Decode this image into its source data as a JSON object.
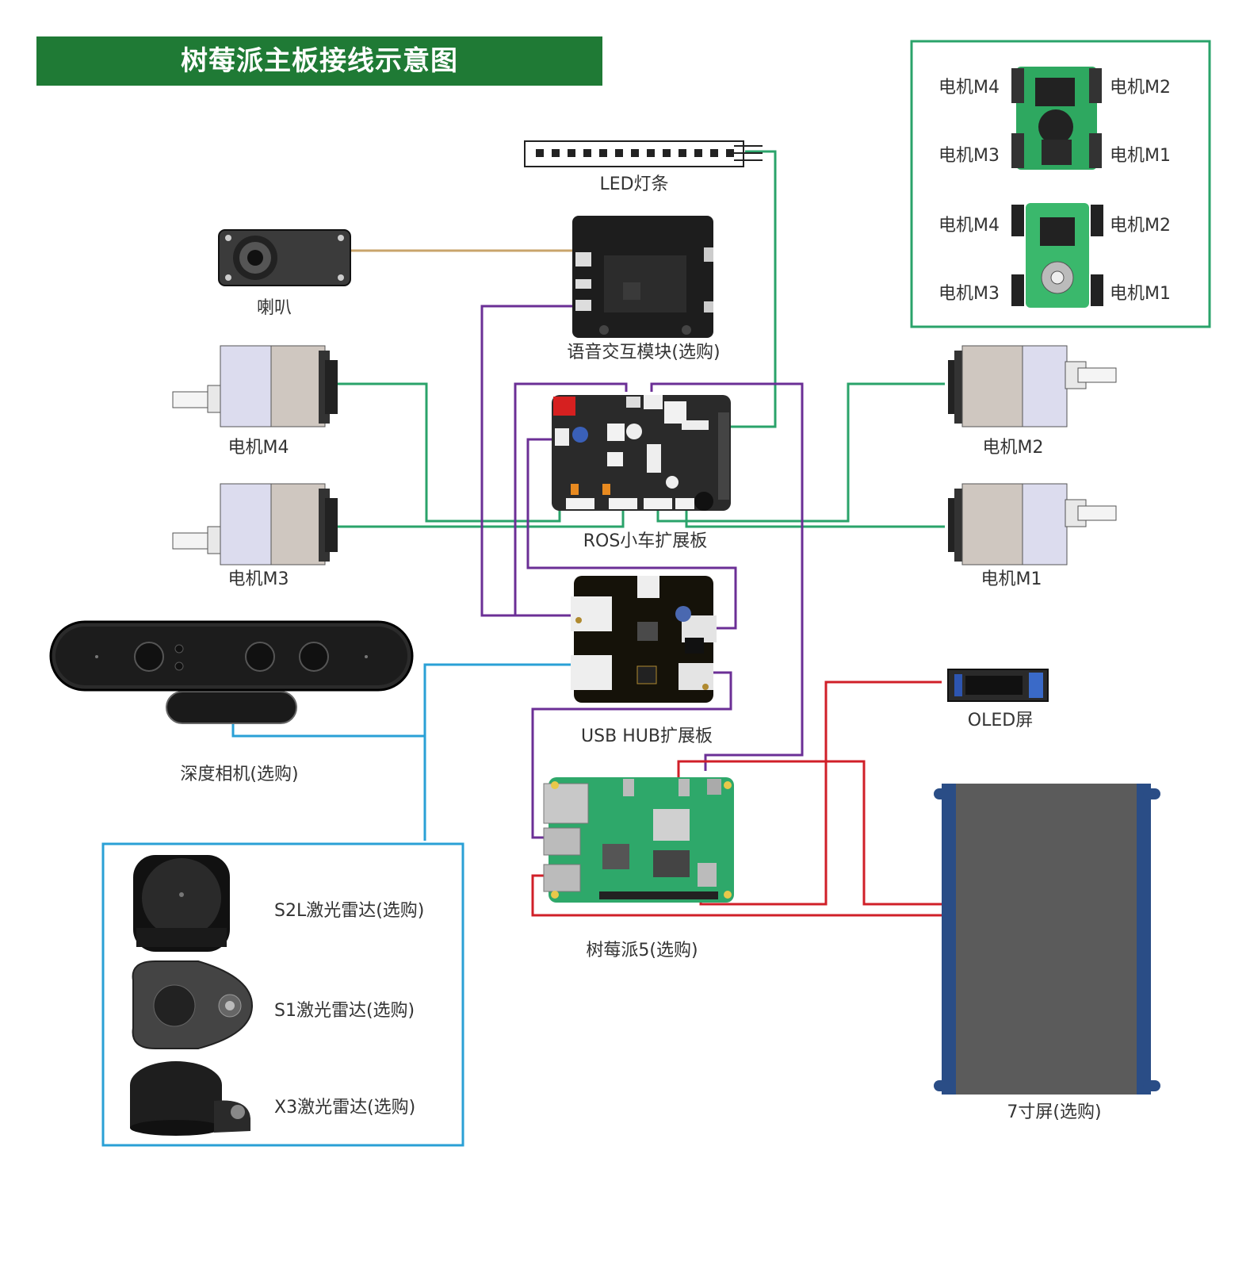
{
  "title": "树莓派主板接线示意图",
  "colors": {
    "title_bg": "#1f7a35",
    "wire_green": "#2aa36a",
    "wire_purple": "#6b2f96",
    "wire_blue": "#2aa0d6",
    "wire_red": "#d01f28",
    "wire_tan": "#c9a46b",
    "motor_box_border": "#2aa36a",
    "lidar_box_border": "#2aa0d6"
  },
  "labels": {
    "led_strip": "LED灯条",
    "speaker": "喇叭",
    "voice_module": "语音交互模块(选购)",
    "motor_m4": "电机M4",
    "motor_m3": "电机M3",
    "motor_m2": "电机M2",
    "motor_m1": "电机M1",
    "ros_board": "ROS小车扩展板",
    "usb_hub": "USB HUB扩展板",
    "depth_camera": "深度相机(选购)",
    "oled": "OLED屏",
    "raspberry_pi": "树莓派5(选购)",
    "screen": "7寸屏(选购)"
  },
  "motor_layout": {
    "top_m4": "电机M4",
    "top_m2": "电机M2",
    "top_m3": "电机M3",
    "top_m1": "电机M1",
    "bottom_m4": "电机M4",
    "bottom_m2": "电机M2",
    "bottom_m3": "电机M3",
    "bottom_m1": "电机M1"
  },
  "lidars": [
    "S2L激光雷达(选购)",
    "S1激光雷达(选购)",
    "X3激光雷达(选购)"
  ]
}
